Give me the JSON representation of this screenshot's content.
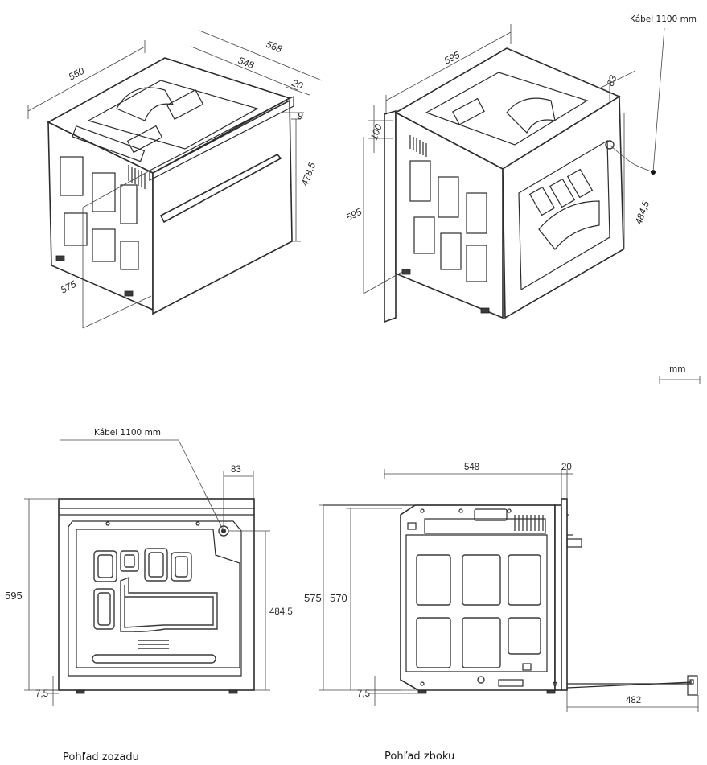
{
  "cable_label": "Kábel 1100 mm",
  "unit_label": "mm",
  "iso_left": {
    "d550": "550",
    "d568": "568",
    "d548": "548",
    "d20": "20",
    "d9": "9",
    "d478": "478,5",
    "d575": "575"
  },
  "iso_right": {
    "d595w": "595",
    "d100": "100",
    "d595h": "595",
    "d83": "83",
    "d484": "484,5"
  },
  "rear": {
    "d83": "83",
    "d595": "595",
    "d484": "484,5",
    "d75": "7,5",
    "caption": "Pohľad zozadu"
  },
  "side": {
    "d548": "548",
    "d20": "20",
    "d575": "575",
    "d570": "570",
    "d75": "7,5",
    "d482": "482",
    "caption": "Pohľad zboku"
  }
}
